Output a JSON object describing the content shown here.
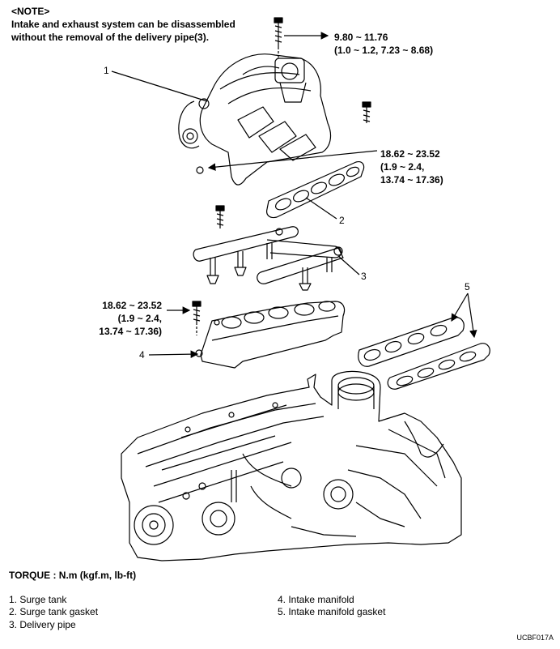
{
  "note": {
    "heading": "<NOTE>",
    "line1": "Intake and exhaust system can be disassembled",
    "line2": "without the removal of the delivery pipe(3)."
  },
  "torques": {
    "t1": {
      "line1": "9.80 ~ 11.76",
      "line2": "(1.0 ~ 1.2, 7.23 ~ 8.68)"
    },
    "t2": {
      "line1": "18.62 ~ 23.52",
      "line2": "(1.9 ~ 2.4,",
      "line3": "13.74 ~ 17.36)"
    },
    "t3": {
      "line1": "18.62 ~ 23.52",
      "line2": "(1.9 ~ 2.4,",
      "line3": "13.74 ~ 17.36)"
    }
  },
  "callouts": [
    "1",
    "2",
    "3",
    "4",
    "5"
  ],
  "legend": {
    "title": "TORQUE : N.m (kgf.m, lb-ft)",
    "items": [
      "1. Surge tank",
      "2. Surge tank gasket",
      "3. Delivery pipe",
      "4. Intake manifold",
      "5. Intake manifold gasket"
    ]
  },
  "figure_id": "UCBF017A"
}
